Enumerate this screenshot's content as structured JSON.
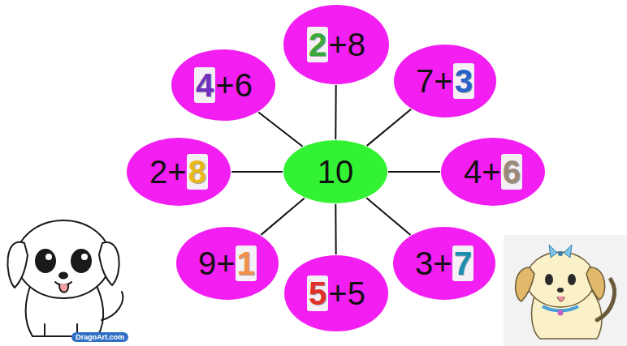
{
  "diagram": {
    "nodes": [
      {
        "text": [
          "10"
        ]
      },
      {
        "text": [
          "2+8"
        ]
      },
      {
        "text": [
          "7+3"
        ]
      },
      {
        "text": [
          "4+6"
        ]
      },
      {
        "text": [
          "3+7"
        ]
      },
      {
        "text": [
          "5+5"
        ]
      },
      {
        "text": [
          "9+1"
        ]
      },
      {
        "text": [
          "2+8"
        ]
      },
      {
        "text": [
          "4+6"
        ]
      }
    ],
    "edges": [
      {
        "from": 0,
        "to": 1,
        "arrow": "none"
      },
      {
        "from": 0,
        "to": 2,
        "arrow": "none"
      },
      {
        "from": 0,
        "to": 3,
        "arrow": "none"
      },
      {
        "from": 0,
        "to": 4,
        "arrow": "none"
      },
      {
        "from": 0,
        "to": 5,
        "arrow": "none"
      },
      {
        "from": 0,
        "to": 6,
        "arrow": "none"
      },
      {
        "from": 0,
        "to": 7,
        "arrow": "none"
      },
      {
        "from": 0,
        "to": 8,
        "arrow": "none"
      }
    ],
    "labels": [
      "DragoArt.com"
    ]
  }
}
